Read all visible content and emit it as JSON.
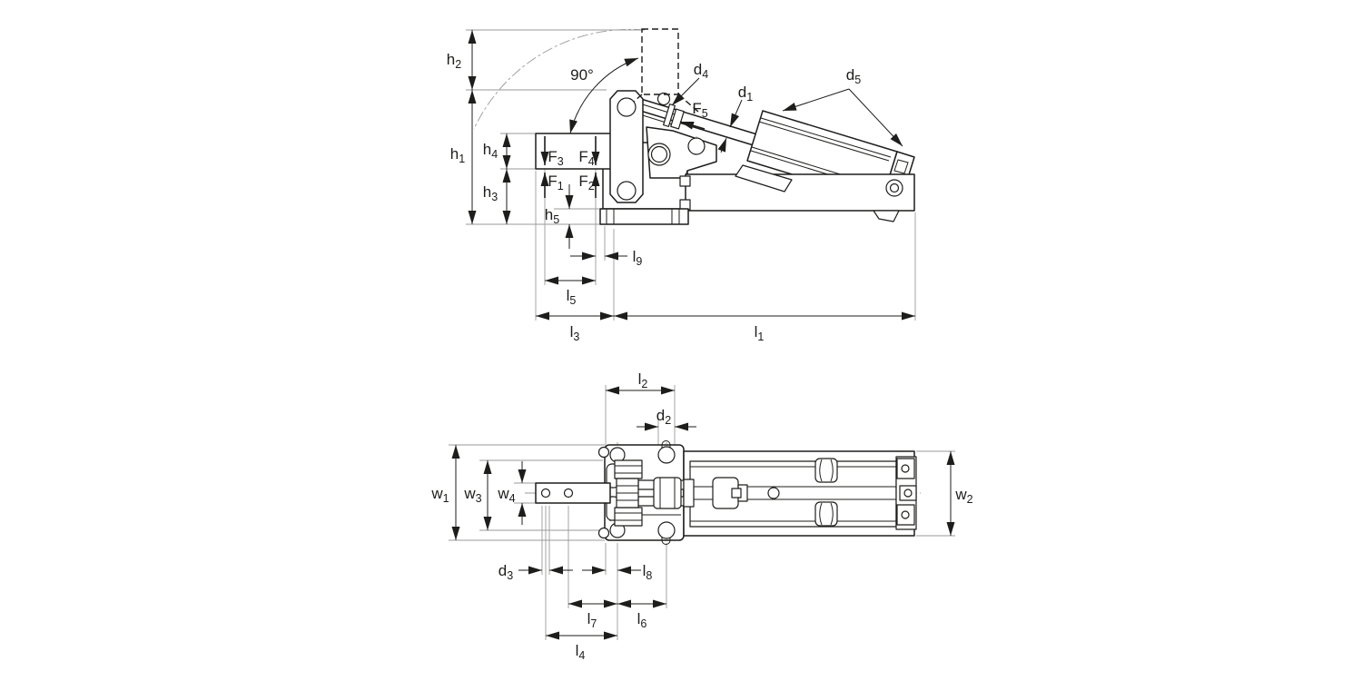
{
  "figure": {
    "kind": "two-view technical dimension drawing",
    "views": {
      "side_view": {
        "dimension_labels": [
          "h1",
          "h2",
          "h3",
          "h4",
          "h5",
          "l1",
          "l3",
          "l5",
          "l9",
          "d1",
          "d4",
          "d5",
          "F1",
          "F2",
          "F3",
          "F4",
          "F5",
          "90°"
        ]
      },
      "plan_view": {
        "dimension_labels": [
          "l2",
          "l4",
          "l6",
          "l7",
          "l8",
          "w1",
          "w2",
          "w3",
          "w4",
          "d2",
          "d3"
        ]
      }
    }
  },
  "colors": {
    "line": "#1d1d1b",
    "centerline": "#9a9a9a",
    "text": "#1d1d1b",
    "background": "#ffffff"
  },
  "labels": {
    "h1": {
      "base": "h",
      "sub": "1"
    },
    "h2": {
      "base": "h",
      "sub": "2"
    },
    "h3": {
      "base": "h",
      "sub": "3"
    },
    "h4": {
      "base": "h",
      "sub": "4"
    },
    "h5": {
      "base": "h",
      "sub": "5"
    },
    "l1": {
      "base": "l",
      "sub": "1"
    },
    "l2": {
      "base": "l",
      "sub": "2"
    },
    "l3": {
      "base": "l",
      "sub": "3"
    },
    "l4": {
      "base": "l",
      "sub": "4"
    },
    "l5": {
      "base": "l",
      "sub": "5"
    },
    "l6": {
      "base": "l",
      "sub": "6"
    },
    "l7": {
      "base": "l",
      "sub": "7"
    },
    "l8": {
      "base": "l",
      "sub": "8"
    },
    "l9": {
      "base": "l",
      "sub": "9"
    },
    "w1": {
      "base": "w",
      "sub": "1"
    },
    "w2": {
      "base": "w",
      "sub": "2"
    },
    "w3": {
      "base": "w",
      "sub": "3"
    },
    "w4": {
      "base": "w",
      "sub": "4"
    },
    "d1": {
      "base": "d",
      "sub": "1"
    },
    "d2": {
      "base": "d",
      "sub": "2"
    },
    "d3": {
      "base": "d",
      "sub": "3"
    },
    "d4": {
      "base": "d",
      "sub": "4"
    },
    "d5": {
      "base": "d",
      "sub": "5"
    },
    "F1": {
      "base": "F",
      "sub": "1"
    },
    "F2": {
      "base": "F",
      "sub": "2"
    },
    "F3": {
      "base": "F",
      "sub": "3"
    },
    "F4": {
      "base": "F",
      "sub": "4"
    },
    "F5": {
      "base": "F",
      "sub": "5"
    },
    "angle": {
      "base": "90°",
      "sub": ""
    }
  }
}
